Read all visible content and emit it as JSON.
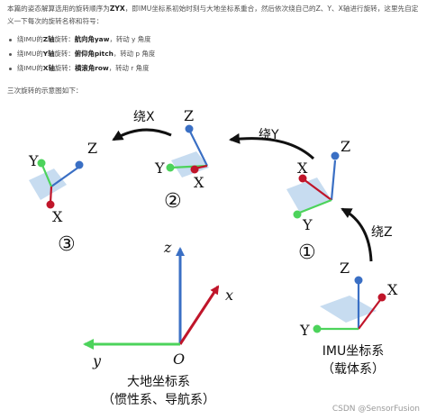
{
  "intro": {
    "p1": "本篇的姿态解算选用的旋转顺序为",
    "p1_bold": "ZYX",
    "p1_rest": "，即IMU坐标系初始时刻与大地坐标系重合，然后依次绕自己的Z、Y、X轴进行旋转，这里先自定",
    "line2": "义一下每次的旋转名称和符号："
  },
  "bullets": [
    {
      "pre": "绕IMU的",
      "axis": "Z轴",
      "mid": "旋转：",
      "name": "航向角yaw",
      "post": "，转动 y 角度"
    },
    {
      "pre": "绕IMU的",
      "axis": "Y轴",
      "mid": "旋转：",
      "name": "俯仰角pitch",
      "post": "，转动 p 角度"
    },
    {
      "pre": "绕IMU的",
      "axis": "X轴",
      "mid": "旋转：",
      "name": "横滚角row",
      "post": "，转动 r 角度"
    }
  ],
  "note": "三次旋转的示意图如下：",
  "figure": {
    "rot_x": "绕X",
    "rot_y": "绕Y",
    "rot_z": "绕Z",
    "step1": "①",
    "step2": "②",
    "step3": "③",
    "axis_x": "X",
    "axis_y": "Y",
    "axis_z": "Z",
    "world_x": "x",
    "world_y": "y",
    "world_z": "z",
    "origin": "O",
    "world_caption_1": "大地坐标系",
    "world_caption_2": "（惯性系、导航系）",
    "imu_caption_1": "IMU坐标系",
    "imu_caption_2": "（载体系）",
    "colors": {
      "red": "#c0152a",
      "green": "#4cd35b",
      "blue": "#3a6fc4",
      "plane": "#c7dcf0"
    }
  },
  "watermark": "CSDN @SensorFusion"
}
